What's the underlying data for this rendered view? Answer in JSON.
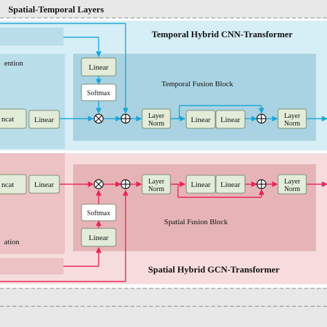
{
  "header": {
    "title": "Spatial-Temporal Layers"
  },
  "temporal": {
    "title": "Temporal Hybrid CNN-Transformer",
    "fusion_block": "Temporal Fusion Block",
    "partial_left_label": "ention",
    "concat_label": "ncat",
    "linear_main": "Linear",
    "linear_top": "Linear",
    "softmax": "Softmax",
    "layer_norm_1": "Layer Norm",
    "linear_ffn_1": "Linear",
    "linear_ffn_2": "Linear",
    "layer_norm_2": "Layer Norm"
  },
  "spatial": {
    "title": "Spatial Hybrid GCN-Transformer",
    "fusion_block": "Spatial Fusion Block",
    "partial_left_label": "ation",
    "concat_label": "ncat",
    "linear_main": "Linear",
    "linear_bottom": "Linear",
    "softmax": "Softmax",
    "layer_norm_1": "Layer Norm",
    "linear_ffn_1": "Linear",
    "linear_ffn_2": "Linear",
    "layer_norm_2": "Layer Norm"
  },
  "colors": {
    "temporal_arrow": "#1aa6d8",
    "spatial_arrow": "#e8235a",
    "temporal_outer": "#d6eef6",
    "temporal_inner": "#b9dde9",
    "temporal_fusion": "#a9d3e2",
    "spatial_outer": "#f6dcdd",
    "spatial_inner": "#ecc2c4",
    "spatial_fusion": "#e6b4b6",
    "box_fill": "#e2ecd9",
    "box_stroke": "#7b8a70",
    "frame_gray": "#d9d9d9"
  }
}
